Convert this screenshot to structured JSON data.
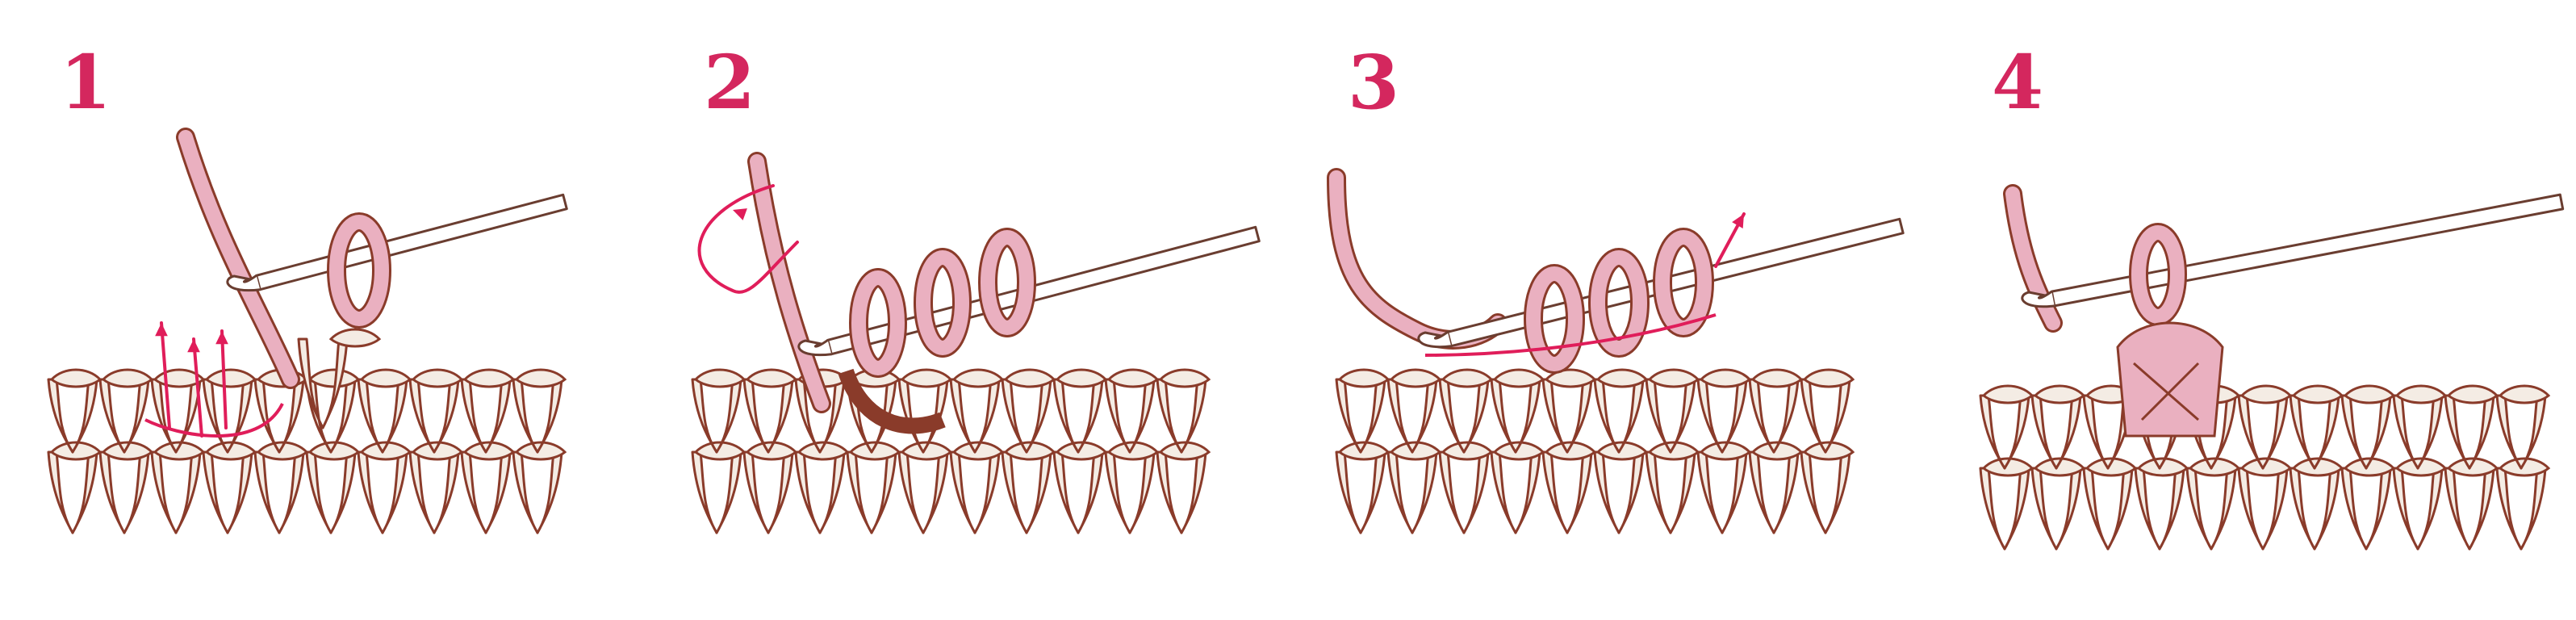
{
  "colors": {
    "accent": "#d4275e",
    "yarn_outline": "#8a3b2a",
    "yarn_fill": "#f4ece4",
    "loop_fill": "#eab0c0",
    "hook_outline": "#6a3d30",
    "hook_fill": "#ffffff",
    "arrow": "#e01d5a"
  },
  "steps": [
    {
      "number": "1",
      "loops_on_hook": 1
    },
    {
      "number": "2",
      "loops_on_hook": 3
    },
    {
      "number": "3",
      "loops_on_hook": 3
    },
    {
      "number": "4",
      "loops_on_hook": 1
    }
  ]
}
